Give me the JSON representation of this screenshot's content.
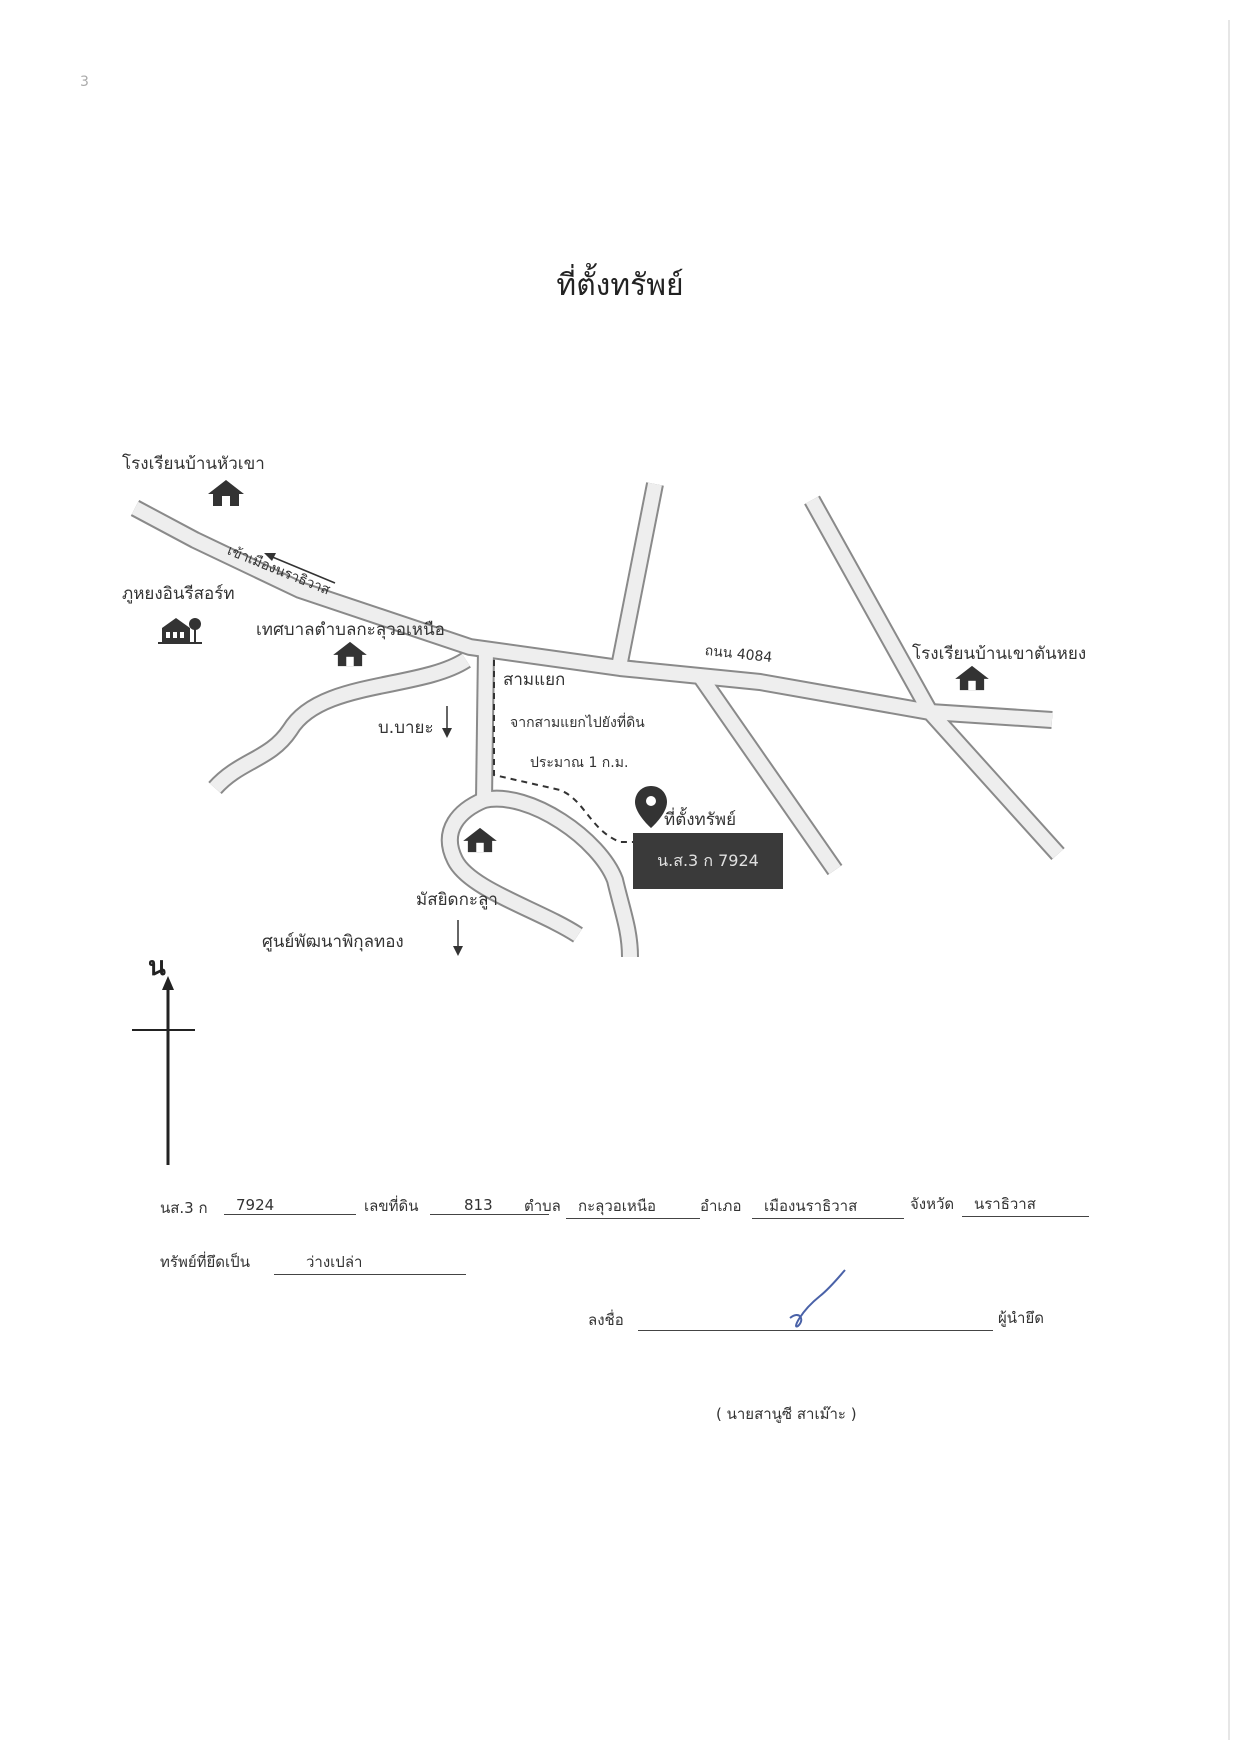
{
  "page": {
    "title": "ที่ตั้งทรัพย์",
    "corner_mark": "3"
  },
  "map": {
    "places": [
      {
        "id": "school_hua_khao",
        "name": "โรงเรียนบ้านหัวเขา",
        "icon": "house-icon"
      },
      {
        "id": "resort",
        "name": "ภูหยงอินรีสอร์ท",
        "icon": "resort-icon"
      },
      {
        "id": "municipality",
        "name": "เทศบาลตำบลกะลุวอเหนือ",
        "icon": "house-icon"
      },
      {
        "id": "school_khao_tan_yong",
        "name": "โรงเรียนบ้านเขาตันหยง",
        "icon": "house-icon"
      },
      {
        "id": "mosque",
        "name": "มัสยิดกะลูา",
        "icon": "house-icon"
      }
    ],
    "direction_to_city": "เข้าเมืองนราธิวาส",
    "road_name": "ถนน 4084",
    "junction": "สามแยก",
    "ban_baya": "บ.บายะ",
    "route_note_line1": "จากสามแยกไปยังที่ดิน",
    "route_note_line2": "ประมาณ 1 ก.ม.",
    "property_marker_label": "ที่ตั้งทรัพย์",
    "property_tag": "น.ส.3 ก 7924",
    "center_label": "ศูนย์พัฒนาพิกุลทอง",
    "north_label": "น",
    "colors": {
      "road_fill": "#eeeeee",
      "road_edge": "#8a8a8a",
      "tag_bg": "#3a3a3a"
    }
  },
  "form": {
    "doc_prefix": "นส.3 ก",
    "doc_number": "7924",
    "land_no_label": "เลขที่ดิน",
    "land_no": "813",
    "subdistrict_label": "ตำบล",
    "subdistrict": "กะลุวอเหนือ",
    "district_label": "อำเภอ",
    "district": "เมืองนราธิวาส",
    "province_label": "จังหวัด",
    "province": "นราธิวาส",
    "seized_as_label": "ทรัพย์ที่ยึดเป็น",
    "seized_as": "ว่างเปล่า",
    "sign_label": "ลงชื่อ",
    "signer_role": "ผู้นำยึด",
    "signer_name": "( นายสานูซี สาเม๊าะ )"
  }
}
